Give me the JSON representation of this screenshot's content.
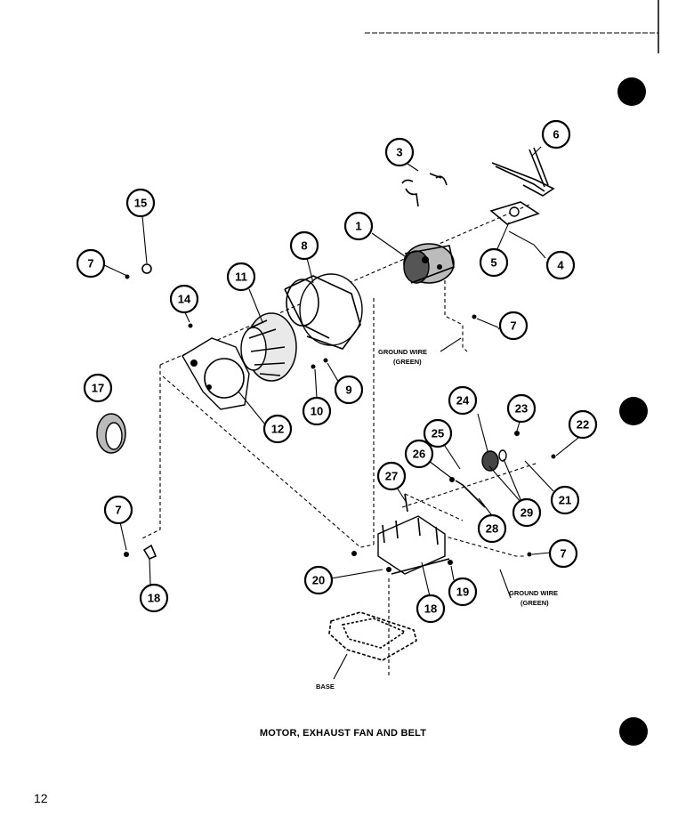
{
  "diagram": {
    "callouts": [
      "1",
      "3",
      "4",
      "5",
      "6",
      "7",
      "8",
      "9",
      "10",
      "11",
      "12",
      "14",
      "15",
      "17",
      "18",
      "19",
      "20",
      "21",
      "22",
      "23",
      "24",
      "25",
      "26",
      "27",
      "28",
      "29"
    ],
    "notes": {
      "ground_wire_1": "GROUND WIRE",
      "ground_wire_1_color": "(GREEN)",
      "ground_wire_2": "GROUND WIRE",
      "ground_wire_2_color": "(GREEN)",
      "base": "BASE"
    }
  },
  "caption": "MOTOR, EXHAUST FAN AND BELT",
  "page_number": "12"
}
